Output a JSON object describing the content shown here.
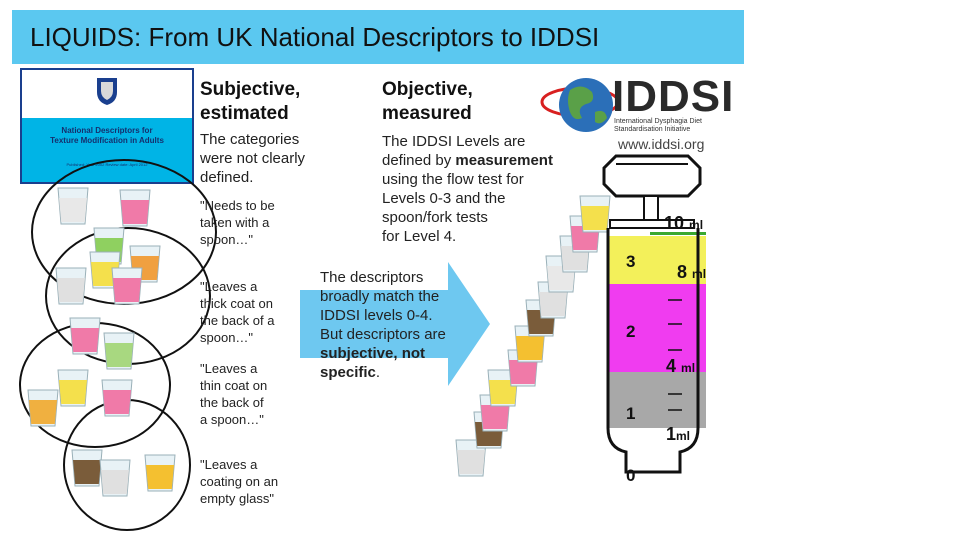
{
  "title": "LIQUIDS: From UK National Descriptors to IDDSI",
  "cover": {
    "title_line1": "National Descriptors for",
    "title_line2": "Texture Modification in Adults",
    "footer": "Published: Year 2002  Review date: April 2012"
  },
  "columns": {
    "left_heading_1": "Subjective,",
    "left_heading_2": "estimated",
    "right_heading_1": "Objective,",
    "right_heading_2": "measured"
  },
  "left_text": {
    "lines": [
      "The categories",
      "were not clearly",
      "defined."
    ]
  },
  "right_text": {
    "prefix_1": "The IDDSI Levels are",
    "prefix_2": "defined by",
    "emphasis": "measurement",
    "rest": [
      "using the flow test for",
      "Levels 0-3 and the",
      "spoon/fork tests",
      "for Level 4."
    ]
  },
  "quotes": [
    [
      "\"Needs to be",
      "taken with a",
      "spoon…\""
    ],
    [
      "\"Leaves a",
      "thick coat on",
      "the back of a",
      "spoon…\""
    ],
    [
      "\"Leaves a",
      "thin coat on",
      "the back of",
      "a spoon…\""
    ],
    [
      "\"Leaves a",
      "coating on an",
      "empty glass\""
    ]
  ],
  "descriptors": {
    "lines": [
      "The descriptors",
      "broadly match the",
      "IDDSI levels 0-4.",
      "But descriptors are"
    ],
    "emphasis_1": "subjective, not",
    "emphasis_2": "specific",
    "suffix": "."
  },
  "logo": {
    "word": "IDDSI",
    "sub_1": "International Dysphagia Diet",
    "sub_2": "Standardisation Initiative",
    "url": "www.iddsi.org"
  },
  "syringe": {
    "ml_marks": [
      {
        "num": "10",
        "unit": "ml"
      },
      {
        "num": "8",
        "unit": "ml"
      },
      {
        "num": "4",
        "unit": "ml"
      },
      {
        "num": "1",
        "unit": "ml"
      }
    ],
    "levels": [
      "3",
      "2",
      "1",
      "0"
    ]
  },
  "colors": {
    "title_bg": "#5bc8f0",
    "level3": "#f3f05a",
    "level2": "#f03cf0",
    "level1": "#a8a8a8",
    "arrow": "#6ec8f0"
  }
}
